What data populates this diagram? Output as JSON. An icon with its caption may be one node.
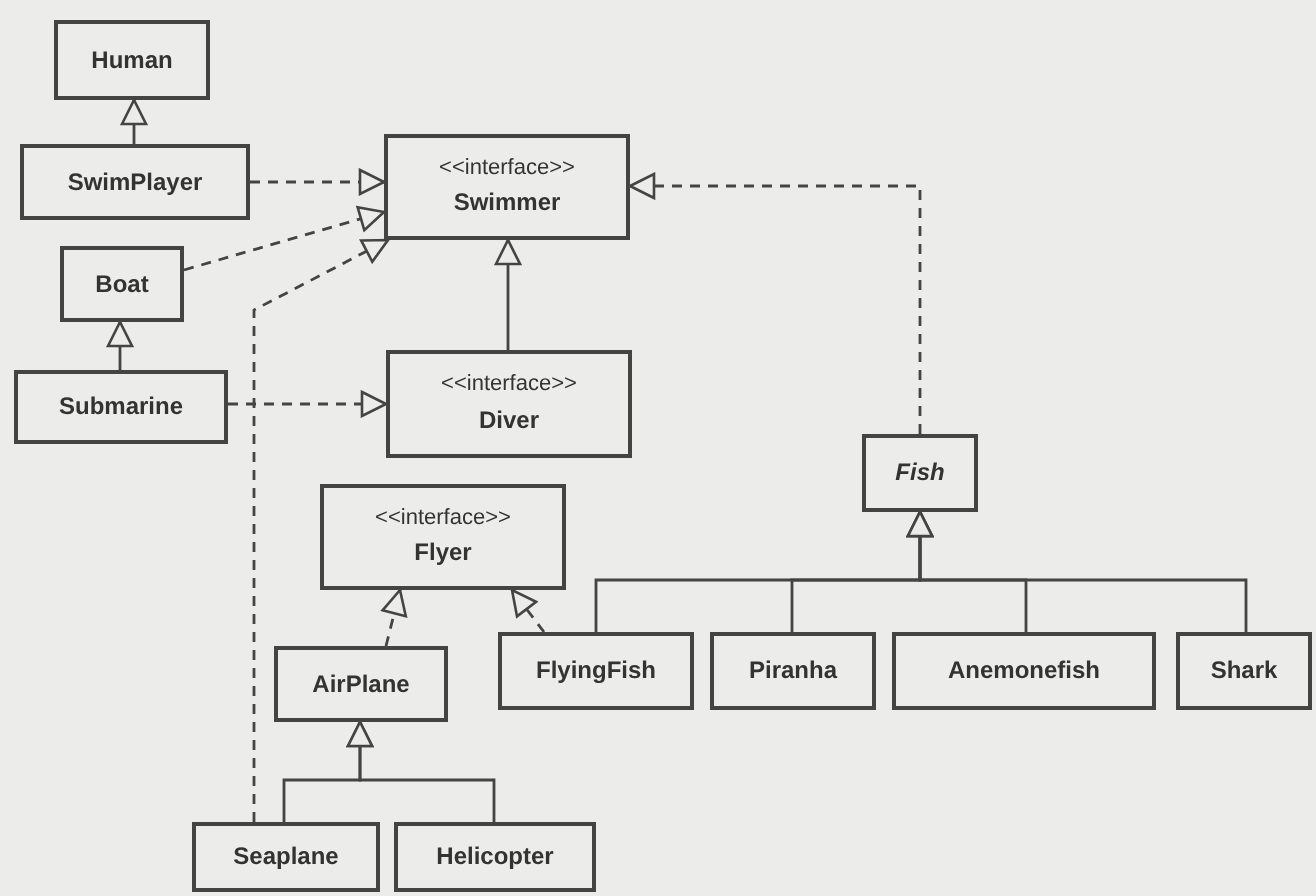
{
  "diagram": {
    "nodes": [
      {
        "text": [
          "Human"
        ]
      },
      {
        "text": [
          "SwimPlayer"
        ]
      },
      {
        "text": [
          "Boat"
        ]
      },
      {
        "text": [
          "Submarine"
        ]
      },
      {
        "text": [
          "<<interface>>",
          "Swimmer"
        ]
      },
      {
        "text": [
          "<<interface>>",
          "Diver"
        ]
      },
      {
        "text": [
          "<<interface>>",
          "Flyer"
        ]
      },
      {
        "text": [
          "AirPlane"
        ]
      },
      {
        "text": [
          "Seaplane"
        ]
      },
      {
        "text": [
          "Helicopter"
        ]
      },
      {
        "text": [
          "Fish"
        ]
      },
      {
        "text": [
          "FlyingFish"
        ]
      },
      {
        "text": [
          "Piranha"
        ]
      },
      {
        "text": [
          "Anemonefish"
        ]
      },
      {
        "text": [
          "Shark"
        ]
      }
    ],
    "edges": [
      {
        "from": 1,
        "to": 0,
        "arrow": "to"
      },
      {
        "from": 1,
        "to": 4,
        "arrow": "to",
        "style": "dashed"
      },
      {
        "from": 2,
        "to": 4,
        "arrow": "to",
        "style": "dashed"
      },
      {
        "from": 8,
        "to": 4,
        "arrow": "to",
        "style": "dashed"
      },
      {
        "from": 3,
        "to": 2,
        "arrow": "to"
      },
      {
        "from": 3,
        "to": 5,
        "arrow": "to",
        "style": "dashed"
      },
      {
        "from": 5,
        "to": 4,
        "arrow": "to"
      },
      {
        "from": 10,
        "to": 4,
        "arrow": "to",
        "style": "dashed"
      },
      {
        "from": 7,
        "to": 6,
        "arrow": "to",
        "style": "dashed"
      },
      {
        "from": 11,
        "to": 6,
        "arrow": "to",
        "style": "dashed"
      },
      {
        "from": 8,
        "to": 7,
        "arrow": "to"
      },
      {
        "from": 9,
        "to": 7,
        "arrow": "to"
      },
      {
        "from": 11,
        "to": 10,
        "arrow": "to"
      },
      {
        "from": 12,
        "to": 10,
        "arrow": "to"
      },
      {
        "from": 13,
        "to": 10,
        "arrow": "to"
      },
      {
        "from": 14,
        "to": 10,
        "arrow": "to"
      }
    ]
  }
}
